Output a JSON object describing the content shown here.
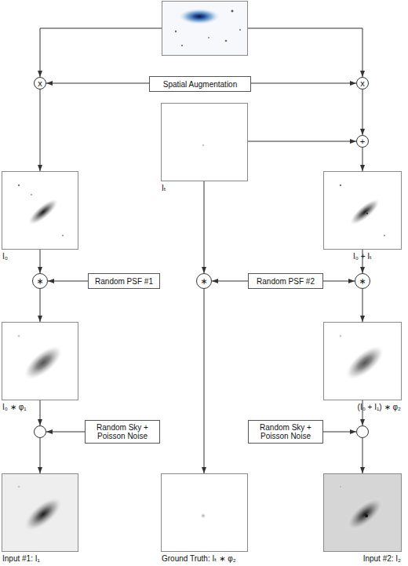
{
  "diagram": {
    "nodes": [
      {
        "text": []
      },
      {
        "text": [
          "x"
        ]
      },
      {
        "text": [
          "Spatial Augmentation"
        ]
      },
      {
        "text": [
          "x"
        ]
      },
      {
        "text": [
          "Iₜ"
        ]
      },
      {
        "text": [
          "+"
        ]
      },
      {
        "text": [
          "I₀"
        ]
      },
      {
        "text": [
          "I₀ + Iₜ"
        ]
      },
      {
        "text": [
          "∗"
        ]
      },
      {
        "text": [
          "Random PSF #1"
        ]
      },
      {
        "text": [
          "∗"
        ]
      },
      {
        "text": [
          "Random PSF #2"
        ]
      },
      {
        "text": [
          "∗"
        ]
      },
      {
        "text": [
          "I₀ ∗ φ₁"
        ]
      },
      {
        "text": [
          "(I₀ + I₁) ∗ φ₂"
        ]
      },
      {
        "text": []
      },
      {
        "text": [
          "Random Sky + Poisson Noise"
        ]
      },
      {
        "text": [
          "Random Sky + Poisson Noise"
        ]
      },
      {
        "text": []
      },
      {
        "text": [
          "Input #1: I₁"
        ]
      },
      {
        "text": [
          "Ground Truth: Iₜ ∗ φ₂"
        ]
      },
      {
        "text": [
          "Input #2: I₂"
        ]
      }
    ],
    "edges": [
      {
        "from": 0,
        "to": 1,
        "arrow": "to"
      },
      {
        "from": 0,
        "to": 3,
        "arrow": "to"
      },
      {
        "from": 2,
        "to": 1,
        "arrow": "to"
      },
      {
        "from": 2,
        "to": 3,
        "arrow": "to"
      },
      {
        "from": 1,
        "to": 6,
        "arrow": "to"
      },
      {
        "from": 3,
        "to": 5,
        "arrow": "to"
      },
      {
        "from": 4,
        "to": 5,
        "arrow": "to"
      },
      {
        "from": 5,
        "to": 7,
        "arrow": "to"
      },
      {
        "from": 6,
        "to": 8,
        "arrow": "to"
      },
      {
        "from": 9,
        "to": 8,
        "arrow": "to"
      },
      {
        "from": 8,
        "to": 13,
        "arrow": "to"
      },
      {
        "from": 4,
        "to": 10,
        "arrow": "to"
      },
      {
        "from": 11,
        "to": 10,
        "arrow": "to"
      },
      {
        "from": 11,
        "to": 12,
        "arrow": "to"
      },
      {
        "from": 7,
        "to": 12,
        "arrow": "to"
      },
      {
        "from": 12,
        "to": 14,
        "arrow": "to"
      },
      {
        "from": 13,
        "to": 15,
        "arrow": "to"
      },
      {
        "from": 16,
        "to": 15,
        "arrow": "to"
      },
      {
        "from": 15,
        "to": 19,
        "arrow": "to"
      },
      {
        "from": 14,
        "to": 18,
        "arrow": "to"
      },
      {
        "from": 17,
        "to": 18,
        "arrow": "to"
      },
      {
        "from": 18,
        "to": 21,
        "arrow": "to"
      },
      {
        "from": 10,
        "to": 20,
        "arrow": "to"
      }
    ]
  }
}
